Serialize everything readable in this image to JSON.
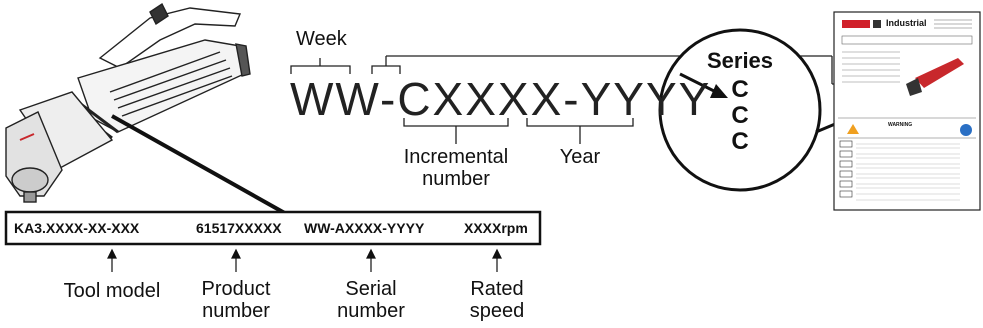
{
  "serial_format": {
    "week_label": "Week",
    "text": "WW-CXXXX-YYYY",
    "incremental_label": "Incremental\nnumber",
    "year_label": "Year"
  },
  "series_callout": {
    "title": "Series",
    "letters": [
      "C",
      "C",
      "C"
    ]
  },
  "nameplate": {
    "tool_model": "KA3.XXXX-XX-XXX",
    "product_number": "61517XXXXX",
    "serial_number": "WW-AXXXX-YYYY",
    "rated_speed": "XXXXrpm"
  },
  "plate_labels": {
    "tool_model": "Tool model",
    "product_number": "Product\nnumber",
    "serial_number": "Serial\nnumber",
    "rated_speed": "Rated\nspeed"
  },
  "document": {
    "brand": "Industrial",
    "section_title": "WARNING"
  },
  "colors": {
    "brand_red": "#d0202a",
    "warning_orange": "#f0a020",
    "info_blue": "#2a6fc4",
    "tool_red": "#c8282c"
  }
}
